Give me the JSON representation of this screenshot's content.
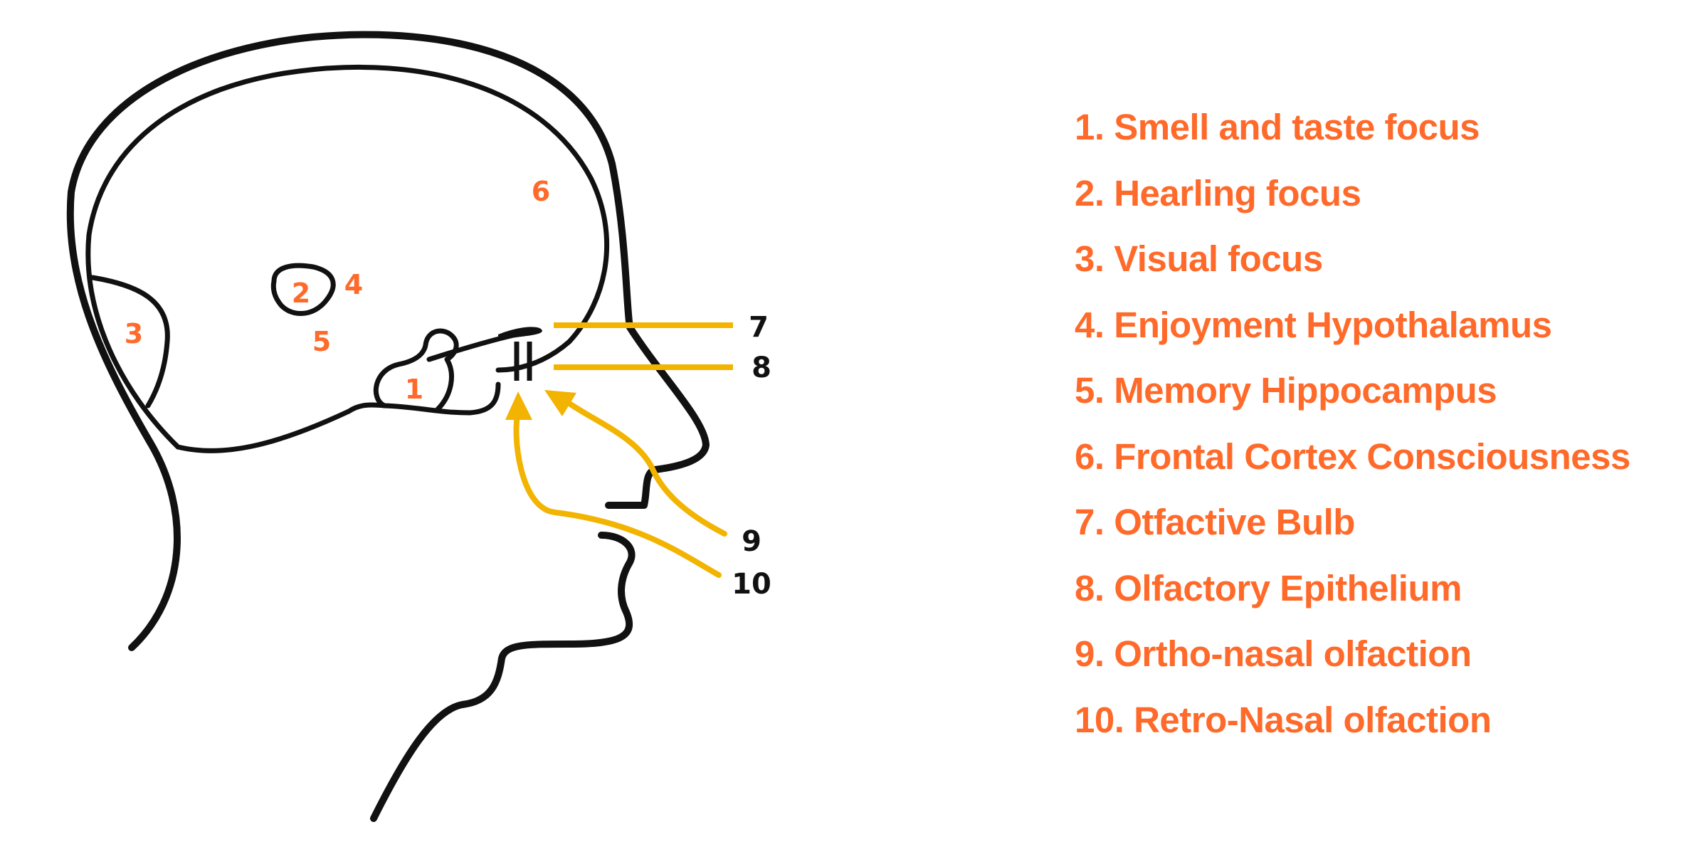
{
  "colors": {
    "accent": "#ff6a2a",
    "arrow": "#f2b400",
    "outline": "#111111",
    "background": "#ffffff"
  },
  "markers": {
    "m1": "1",
    "m2": "2",
    "m3": "3",
    "m4": "4",
    "m5": "5",
    "m6": "6",
    "m7": "7",
    "m8": "8",
    "m9": "9",
    "m10": "10"
  },
  "legend": [
    "1. Smell and taste focus",
    "2. Hearling focus",
    "3. Visual focus",
    "4. Enjoyment Hypothalamus",
    "5. Memory Hippocampus",
    "6. Frontal Cortex Consciousness",
    "7. Otfactive Bulb",
    "8. Olfactory Epithelium",
    "9. Ortho-nasal olfaction",
    "10. Retro-Nasal olfaction"
  ]
}
